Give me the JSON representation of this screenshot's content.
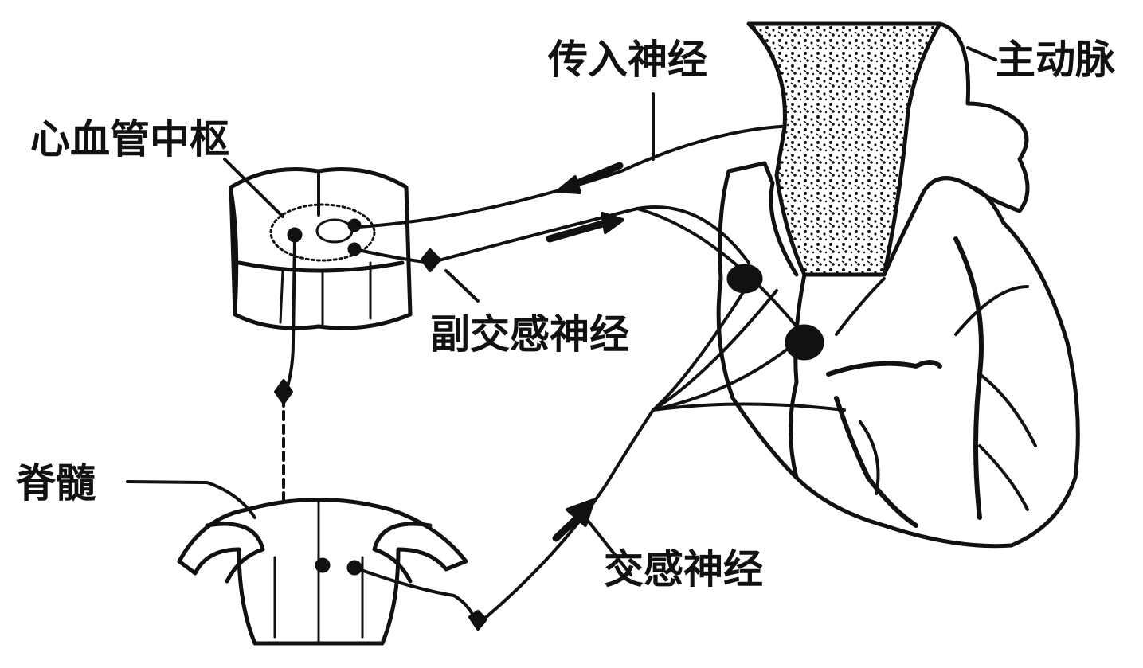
{
  "labels": {
    "cardiovascular_center": "心血管中枢",
    "afferent_nerve": "传入神经",
    "aorta": "主动脉",
    "parasympathetic_nerve": "副交感神经",
    "spinal_cord": "脊髓",
    "sympathetic_nerve": "交感神经"
  },
  "colors": {
    "ink": "#111111",
    "background": "#ffffff"
  }
}
